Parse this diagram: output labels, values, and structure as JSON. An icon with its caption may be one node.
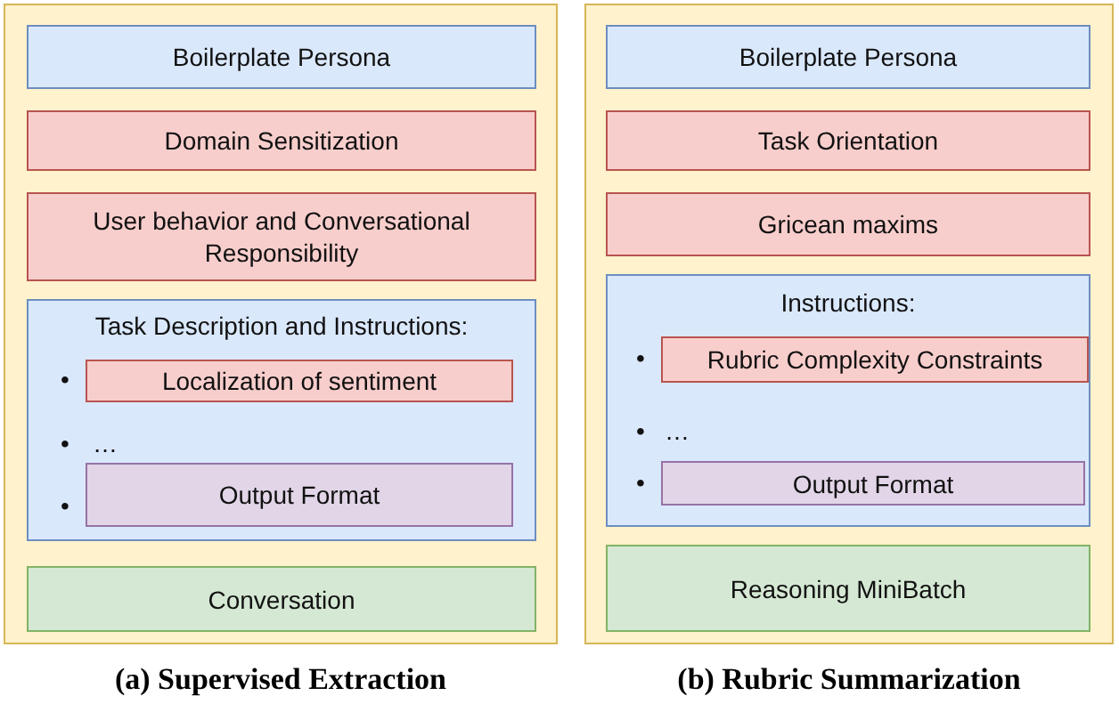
{
  "diagram": {
    "nodes": [
      {
        "text": [],
        "shape": "box",
        "beside": [
          "(a) Supervised Extraction"
        ]
      },
      {
        "text": [
          "Boilerplate Persona"
        ],
        "in": 0
      },
      {
        "text": [
          "Domain Sensitization"
        ],
        "in": 0
      },
      {
        "text": [
          "User behavior and Conversational Responsibility"
        ],
        "in": 0
      },
      {
        "text": [
          "Task Description and Instructions:",
          "•",
          "•",
          "…",
          "•"
        ],
        "in": 0
      },
      {
        "text": [
          "Localization of sentiment"
        ],
        "in": 4
      },
      {
        "text": [
          "Output Format"
        ],
        "in": 4
      },
      {
        "text": [
          "Conversation"
        ],
        "in": 0
      },
      {
        "text": [],
        "shape": "box",
        "beside": [
          "(b) Rubric Summarization"
        ]
      },
      {
        "text": [
          "Boilerplate Persona"
        ],
        "in": 8
      },
      {
        "text": [
          "Task Orientation"
        ],
        "in": 8
      },
      {
        "text": [
          "Gricean maxims"
        ],
        "in": 8
      },
      {
        "text": [
          "Instructions:",
          "•",
          "•",
          "…",
          "•"
        ],
        "in": 8
      },
      {
        "text": [
          "Rubric Complexity Constraints"
        ],
        "in": 12
      },
      {
        "text": [
          "Output Format"
        ],
        "in": 12
      },
      {
        "text": [
          "Reasoning MiniBatch"
        ],
        "in": 8
      }
    ]
  }
}
